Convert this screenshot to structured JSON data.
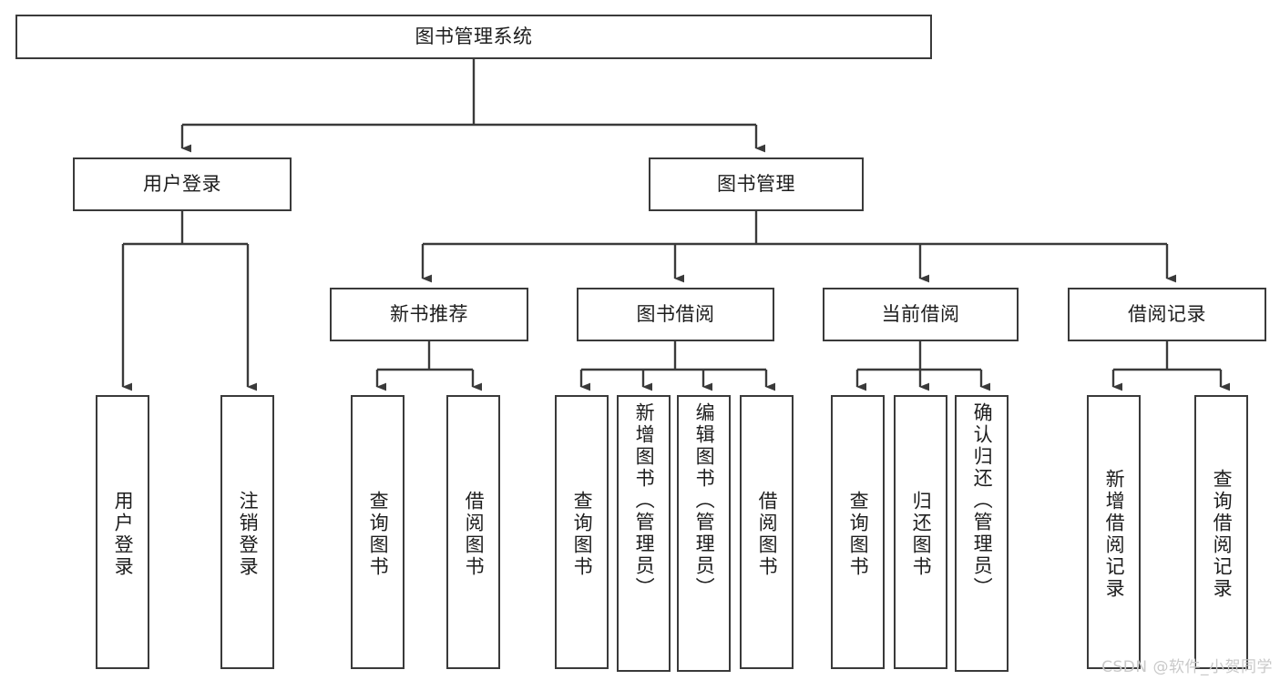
{
  "diagram": {
    "title": "图书管理系统",
    "type": "功能结构图",
    "watermark": "CSDN @软件_小贺同学",
    "colors": {
      "box_border": "#3a3a3a",
      "connector": "#3a3a3a",
      "text": "#1d1d1d",
      "background": "#ffffff",
      "watermark": "#c9c9c9"
    },
    "levels": {
      "root": {
        "label": "图书管理系统"
      },
      "level2": [
        {
          "id": "user-login",
          "label": "用户登录"
        },
        {
          "id": "book-management",
          "label": "图书管理"
        }
      ],
      "level3": [
        {
          "id": "new-book-recommend",
          "label": "新书推荐"
        },
        {
          "id": "book-borrow",
          "label": "图书借阅"
        },
        {
          "id": "current-borrow",
          "label": "当前借阅"
        },
        {
          "id": "borrow-record",
          "label": "借阅记录"
        }
      ],
      "leaves": {
        "user_login": [
          {
            "id": "leaf-user-login",
            "label": "用户登录"
          },
          {
            "id": "leaf-logout-login",
            "label": "注销登录"
          }
        ],
        "new_book_recommend": [
          {
            "id": "leaf-query-book-1",
            "label": "查询图书"
          },
          {
            "id": "leaf-borrow-book-1",
            "label": "借阅图书"
          }
        ],
        "book_borrow": [
          {
            "id": "leaf-query-book-2",
            "label": "查询图书"
          },
          {
            "id": "leaf-add-book",
            "label": "新增图书（管理员）"
          },
          {
            "id": "leaf-edit-book",
            "label": "编辑图书（管理员）"
          },
          {
            "id": "leaf-borrow-book-2",
            "label": "借阅图书"
          }
        ],
        "current_borrow": [
          {
            "id": "leaf-query-book-3",
            "label": "查询图书"
          },
          {
            "id": "leaf-return-book",
            "label": "归还图书"
          },
          {
            "id": "leaf-confirm-return",
            "label": "确认归还（管理员）"
          }
        ],
        "borrow_record": [
          {
            "id": "leaf-add-record",
            "label": "新增借阅记录"
          },
          {
            "id": "leaf-query-record",
            "label": "查询借阅记录"
          }
        ]
      }
    }
  },
  "chart_data": {
    "type": "diagram",
    "title": "图书管理系统",
    "nodes": [
      {
        "id": "root",
        "label": "图书管理系统",
        "level": 0,
        "parent": null
      },
      {
        "id": "user-login",
        "label": "用户登录",
        "level": 1,
        "parent": "root"
      },
      {
        "id": "book-management",
        "label": "图书管理",
        "level": 1,
        "parent": "root"
      },
      {
        "id": "leaf-user-login",
        "label": "用户登录",
        "level": 2,
        "parent": "user-login"
      },
      {
        "id": "leaf-logout-login",
        "label": "注销登录",
        "level": 2,
        "parent": "user-login"
      },
      {
        "id": "new-book-recommend",
        "label": "新书推荐",
        "level": 2,
        "parent": "book-management"
      },
      {
        "id": "book-borrow",
        "label": "图书借阅",
        "level": 2,
        "parent": "book-management"
      },
      {
        "id": "current-borrow",
        "label": "当前借阅",
        "level": 2,
        "parent": "book-management"
      },
      {
        "id": "borrow-record",
        "label": "借阅记录",
        "level": 2,
        "parent": "book-management"
      },
      {
        "id": "leaf-query-book-1",
        "label": "查询图书",
        "level": 3,
        "parent": "new-book-recommend"
      },
      {
        "id": "leaf-borrow-book-1",
        "label": "借阅图书",
        "level": 3,
        "parent": "new-book-recommend"
      },
      {
        "id": "leaf-query-book-2",
        "label": "查询图书",
        "level": 3,
        "parent": "book-borrow"
      },
      {
        "id": "leaf-add-book",
        "label": "新增图书（管理员）",
        "level": 3,
        "parent": "book-borrow"
      },
      {
        "id": "leaf-edit-book",
        "label": "编辑图书（管理员）",
        "level": 3,
        "parent": "book-borrow"
      },
      {
        "id": "leaf-borrow-book-2",
        "label": "借阅图书",
        "level": 3,
        "parent": "book-borrow"
      },
      {
        "id": "leaf-query-book-3",
        "label": "查询图书",
        "level": 3,
        "parent": "current-borrow"
      },
      {
        "id": "leaf-return-book",
        "label": "归还图书",
        "level": 3,
        "parent": "current-borrow"
      },
      {
        "id": "leaf-confirm-return",
        "label": "确认归还（管理员）",
        "level": 3,
        "parent": "current-borrow"
      },
      {
        "id": "leaf-add-record",
        "label": "新增借阅记录",
        "level": 3,
        "parent": "borrow-record"
      },
      {
        "id": "leaf-query-record",
        "label": "查询借阅记录",
        "level": 3,
        "parent": "borrow-record"
      }
    ]
  }
}
